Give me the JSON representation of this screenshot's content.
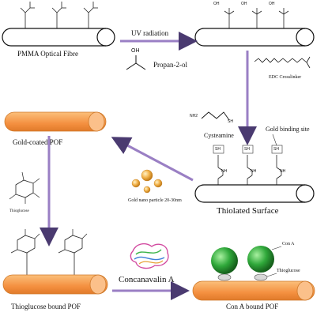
{
  "labels": {
    "pmma_fibre": "PMMA Optical Fibre",
    "uv_radiation": "UV radiation",
    "propan_2_ol": "Propan-2-ol",
    "oh_group": "OH",
    "edc_crosslinker": "EDC Crosslinker",
    "cysteamine": "Cysteamine",
    "gold_binding_site": "Gold binding site",
    "gold_coated_pof": "Gold-coated POF",
    "thioglucose": "Thioglucose",
    "gold_nanoparticle": "Gold nano particle 20-30nm",
    "thiolated_surface": "Thiolated Surface",
    "thioglucose_bound_pof": "Thioglucose bound POF",
    "concanavalin_a": "Concanavalin A",
    "con_a_bound_pof": "Con A bound POF",
    "con_a": "Con A",
    "thioglucose_small": "Thioglucose",
    "sh": "SH",
    "nh": "NH",
    "oh": "OH",
    "nh2": "NH2"
  },
  "colors": {
    "arrow_purple": "#9a7fc4",
    "arrow_dark": "#4a3a70",
    "gold_fibre": "#f6a15a",
    "gold_fibre_end": "#fbc08a",
    "green_sphere": "#2fa83a",
    "gold_particle": "#f2b24a"
  }
}
